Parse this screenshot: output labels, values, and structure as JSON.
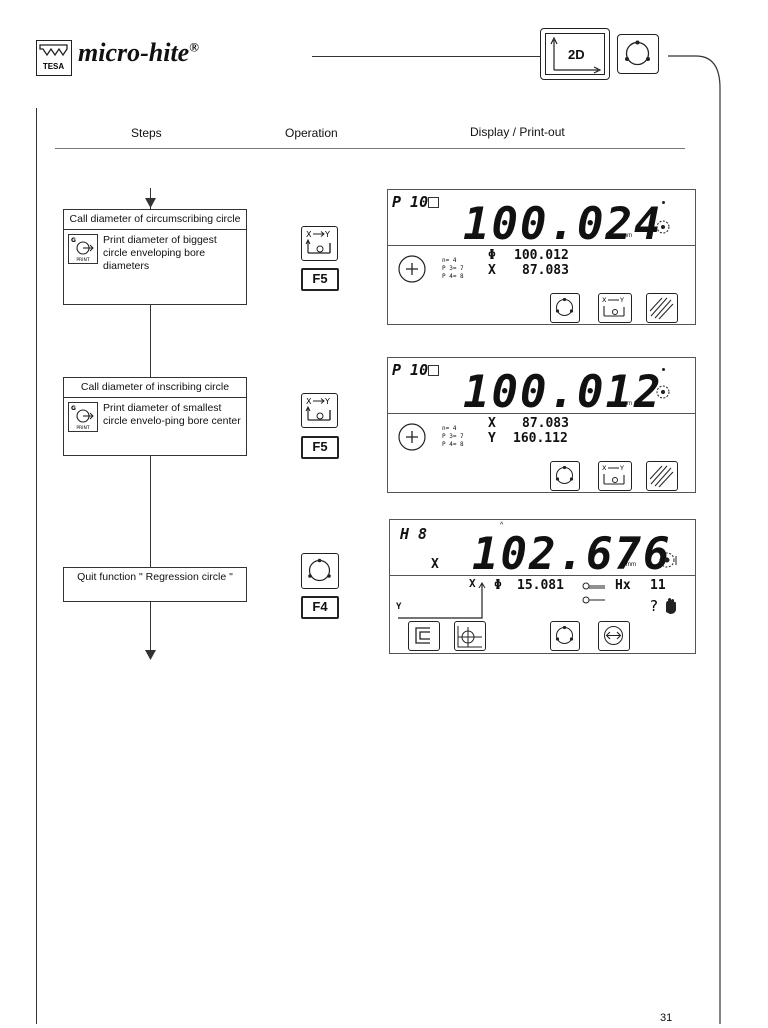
{
  "header": {
    "brand": "micro-hite",
    "brand_mark": "®",
    "logo_text": "TESA",
    "mode_badge": "2D"
  },
  "columns": {
    "steps": "Steps",
    "operation": "Operation",
    "display": "Display / Print-out"
  },
  "steps": [
    {
      "title": "Call diameter of circumscribing circle",
      "body": "Print diameter of biggest circle enveloping bore diameters",
      "icon_label": "PRINT",
      "key": "F5",
      "display": {
        "program": "P 10",
        "main_value": "100.024",
        "unit": "mm",
        "count": "n= 4",
        "p3": "P 3= 7",
        "p4": "P 4= 8",
        "line1_symbol": "Φ",
        "line1_value": "100.012",
        "line2_symbol": "X",
        "line2_value": "87.083"
      }
    },
    {
      "title": "Call diameter of inscribing circle",
      "body": "Print diameter of smallest circle envelo-ping bore center",
      "icon_label": "PRINT",
      "key": "F5",
      "display": {
        "program": "P 10",
        "main_value": "100.012",
        "unit": "mm",
        "count": "n= 4",
        "p3": "P 3= 7",
        "p4": "P 4= 8",
        "line1_symbol": "X",
        "line1_value": "87.083",
        "line2_symbol": "Y",
        "line2_value": "160.112"
      }
    },
    {
      "title": "Quit function \" Regression circle \"",
      "key": "F4",
      "display": {
        "program": "H 8",
        "axis": "X",
        "main_value": "102.676",
        "unit": "mm",
        "phi_symbol": "Φ",
        "phi_value": "15.081",
        "hx_label": "Hx",
        "hx_value": "11",
        "axis_x": "X",
        "axis_y": "Y"
      }
    }
  ],
  "footer": {
    "page_number": "31"
  }
}
